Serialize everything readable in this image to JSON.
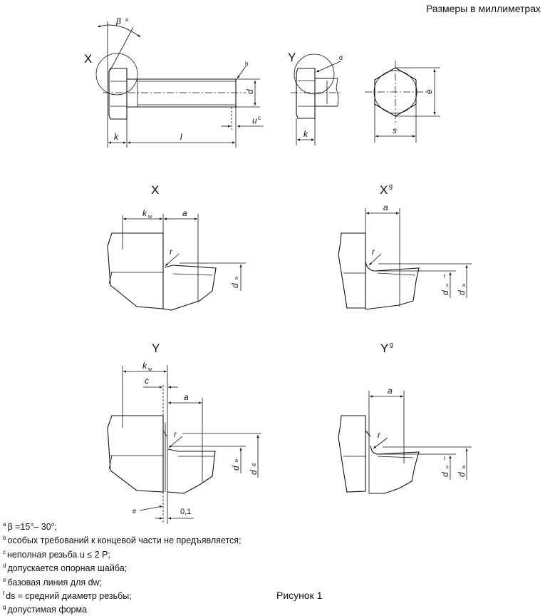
{
  "header": {
    "units_label": "Размеры в миллиметрах"
  },
  "top_views": {
    "side_view": {
      "detail_marker": "X",
      "angle_label": "β",
      "angle_note_ref": "a",
      "end_note_ref": "b",
      "dim_d": "d",
      "dim_u": "u",
      "dim_u_note_ref": "c",
      "dim_k": "k",
      "dim_l": "l"
    },
    "washer_view": {
      "detail_marker": "Y",
      "washer_note_ref": "d",
      "dim_k": "k"
    },
    "end_view": {
      "dim_e": "e",
      "dim_s": "s"
    }
  },
  "details": {
    "x": {
      "title": "X",
      "dim_kw": "k",
      "dim_kw_sub": "w",
      "dim_a": "a",
      "dim_r": "r",
      "dim_da": "d",
      "dim_da_sub": "a"
    },
    "xg": {
      "title": "X",
      "title_note_ref": "g",
      "dim_a": "a",
      "dim_r": "r",
      "dim_ds": "d",
      "dim_ds_sub": "s",
      "dim_ds_note_ref": "f",
      "dim_da": "d",
      "dim_da_sub": "a"
    },
    "y": {
      "title": "Y",
      "dim_kw": "k",
      "dim_kw_sub": "w",
      "dim_c": "c",
      "dim_a": "a",
      "dim_r": "r",
      "dim_da": "d",
      "dim_da_sub": "a",
      "dim_dw": "d",
      "dim_dw_sub": "w",
      "baseline_note_ref": "e",
      "dim_gap": "0,1"
    },
    "yg": {
      "title": "Y",
      "title_note_ref": "g",
      "dim_a": "a",
      "dim_r": "r",
      "dim_ds": "d",
      "dim_ds_sub": "s",
      "dim_ds_note_ref": "f",
      "dim_da": "d",
      "dim_da_sub": "a"
    }
  },
  "footnotes": [
    {
      "ref": "a",
      "text": "β =15°– 30°;"
    },
    {
      "ref": "b",
      "text": "особых требований к концевой части не предъявляется;"
    },
    {
      "ref": "c",
      "text": "неполная резьба u ≤ 2 P;"
    },
    {
      "ref": "d",
      "text": "допускается опорная шайба;"
    },
    {
      "ref": "e",
      "text": "базовая линия для dw;"
    },
    {
      "ref": "f",
      "text": "ds ≈ средний диаметр резьбы;"
    },
    {
      "ref": "g",
      "text": "допустимая форма"
    }
  ],
  "caption": "Рисунок 1"
}
